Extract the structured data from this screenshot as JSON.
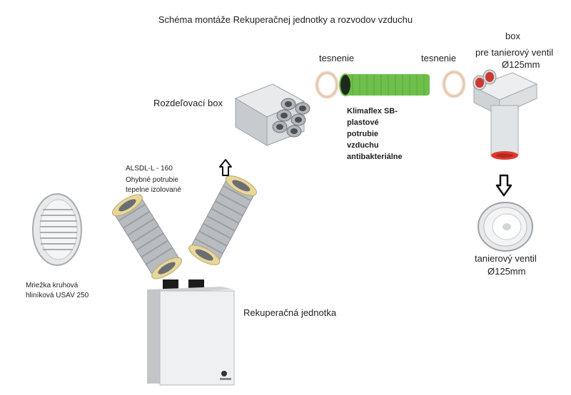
{
  "title": "Schéma montáže Rekuperačnej jednotky a rozvodov vzduchu",
  "labels": {
    "box_top": "box",
    "box_sub": "pre tanierový ventil",
    "box_size": "Ø125mm",
    "seal_left": "tesnenie",
    "seal_right": "tesnenie",
    "distribution_box": "Rozdeľovací box",
    "klimaflex": [
      "Klimaflex SB-",
      "plastové",
      "potrubie",
      "vzduchu",
      "antibakteriálne"
    ],
    "duct_code": "ALSDL-L - 160",
    "duct_desc": [
      "Ohybné potrubie",
      "tepelne izolované"
    ],
    "grille": [
      "Mriežka kruhová",
      "hliníková USAV 250"
    ],
    "unit": "Rekuperačná jednotka",
    "valve": "tanierový ventil",
    "valve_size": "Ø125mm"
  },
  "colors": {
    "pipe_green": "#6ebf4b",
    "seal_ring": "#f1d8c6",
    "duct_foil": "#b8bcc0",
    "duct_insulation": "#e9d79a",
    "valve_pipe_red": "#e03a2c"
  }
}
